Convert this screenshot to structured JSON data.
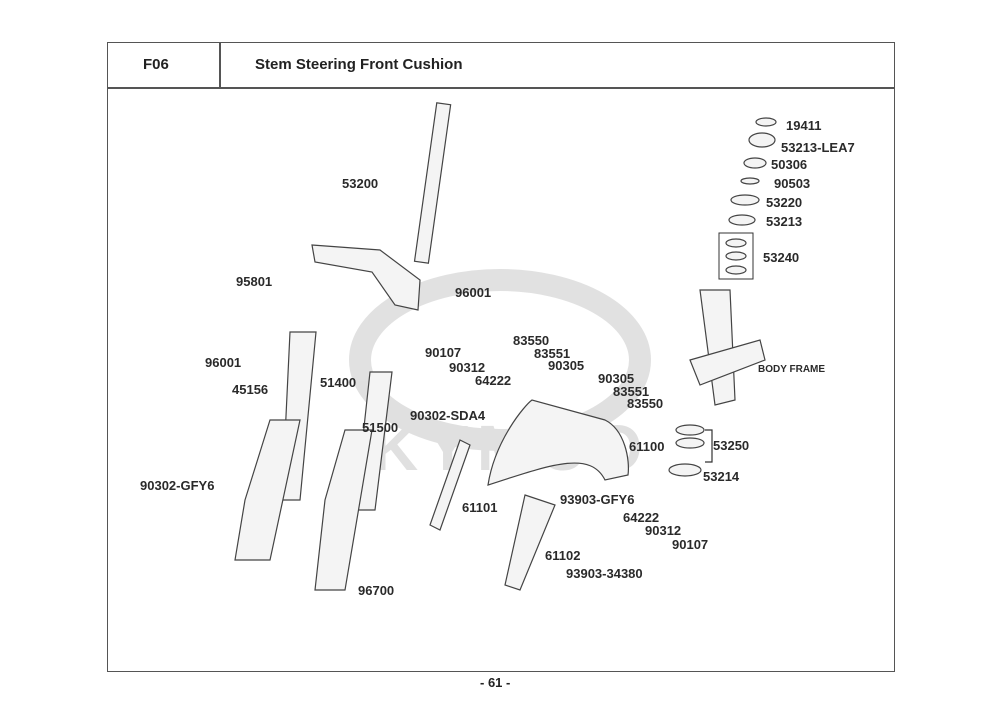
{
  "header": {
    "code": "F06",
    "title": "Stem Steering  Front Cushion"
  },
  "watermark": {
    "text": "KYMCO"
  },
  "labels": [
    "53200",
    "95801",
    "96001",
    "96001",
    "45156",
    "51400",
    "51500",
    "90302-GFY6",
    "96700",
    "90107",
    "90312",
    "64222",
    "83550",
    "83551",
    "90305",
    "90302-SDA4",
    "90305",
    "83551",
    "83550",
    "61100",
    "61101",
    "61102",
    "93903-GFY6",
    "64222",
    "90312",
    "90107",
    "93903-34380",
    "19411",
    "53213-LEA7",
    "50306",
    "90503",
    "53220",
    "53213",
    "53240",
    "BODY FRAME",
    "53250",
    "53214"
  ],
  "footer": {
    "page": "- 61 -"
  }
}
